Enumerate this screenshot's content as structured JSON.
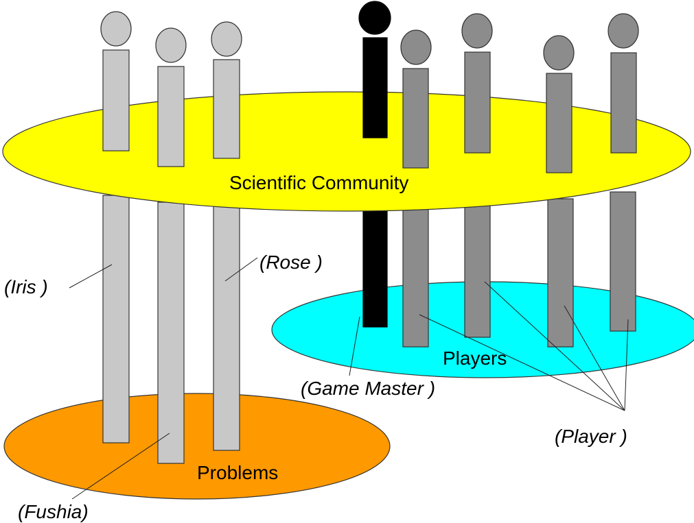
{
  "planes": {
    "community": {
      "label": "Scientific Community",
      "color": "#ffff00"
    },
    "players": {
      "label": "Players",
      "color": "#00ffff"
    },
    "problems": {
      "label": "Problems",
      "color": "#ff9900"
    }
  },
  "figures": {
    "iris": {
      "label": "(Iris )",
      "color": "#c8c8c8"
    },
    "fushia": {
      "label": "(Fushia)",
      "color": "#c8c8c8"
    },
    "rose": {
      "label": "(Rose )",
      "color": "#c8c8c8"
    },
    "game_master": {
      "label": "(Game Master )",
      "color": "#000000"
    },
    "player": {
      "label": "(Player )",
      "color": "#8c8c8c"
    }
  }
}
